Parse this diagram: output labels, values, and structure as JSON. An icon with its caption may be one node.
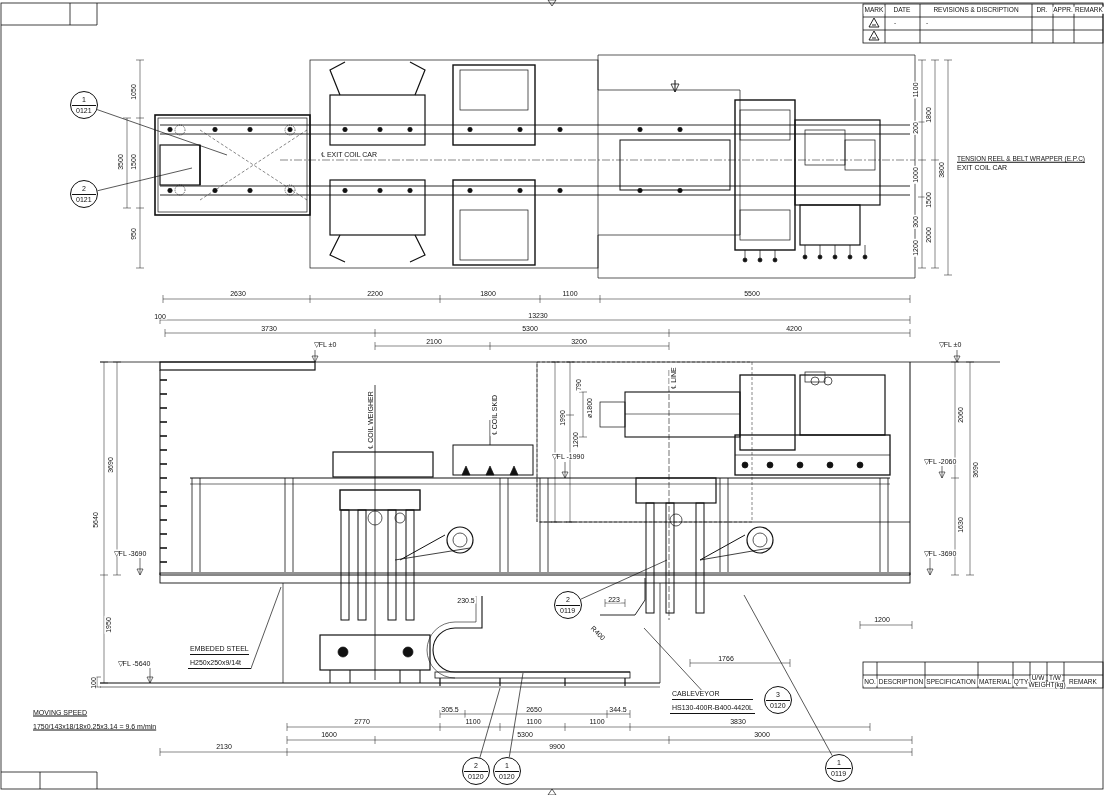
{
  "diagram": {
    "nodes": [
      {
        "text": [
          "1",
          "0121"
        ]
      },
      {
        "text": [
          "2",
          "0121"
        ]
      },
      {
        "text": [
          "2",
          "0119"
        ]
      },
      {
        "text": [
          "EMBEDED STEEL",
          "H250x250x9/14t"
        ]
      },
      {
        "text": [
          "CABLEVEYOR",
          "HS130-400R-B400-4420L"
        ]
      },
      {
        "text": [
          "3",
          "0120"
        ]
      },
      {
        "text": [
          "2",
          "0120"
        ]
      },
      {
        "text": [
          "1",
          "0120"
        ]
      },
      {
        "text": [
          "1",
          "0119"
        ]
      }
    ],
    "edges": [
      {
        "from": 0,
        "to": null,
        "arrow": "none"
      },
      {
        "from": 1,
        "to": null,
        "arrow": "none"
      },
      {
        "from": 2,
        "to": null,
        "arrow": "none"
      },
      {
        "from": 3,
        "to": null,
        "arrow": "none"
      },
      {
        "from": 4,
        "to": null,
        "arrow": "none"
      },
      {
        "from": 6,
        "to": null,
        "arrow": "none"
      },
      {
        "from": 7,
        "to": null,
        "arrow": "none"
      },
      {
        "from": 8,
        "to": null,
        "arrow": "none"
      }
    ],
    "labels": [
      "MARK",
      "DATE",
      "REVISIONS & DISCRIPTION",
      "DR.",
      "APPR.",
      "REMARK",
      "-",
      "-",
      "TENSION REEL & BELT WRAPPER (E.P.C)",
      "EXIT COIL CAR",
      "1050",
      "3500",
      "1500",
      "950",
      "℄ EXIT COIL CAR",
      "2630",
      "2200",
      "1800",
      "1100",
      "5500",
      "1100",
      "1800",
      "200",
      "1000",
      "1500",
      "3800",
      "300",
      "2000",
      "1200",
      "100",
      "13230",
      "3730",
      "5300",
      "4200",
      "2100",
      "3200",
      "▽FL ±0",
      "▽FL ±0",
      "℄ COIL WEIGHER",
      "℄ COIL SKID",
      "℄ LINE",
      "790",
      "1990",
      "ø1800",
      "1200",
      "▽FL -1990",
      "2060",
      "▽FL -2060",
      "3690",
      "1630",
      "▽FL -3690",
      "3690",
      "5640",
      "▽FL -3690",
      "1950",
      "▽FL -5640",
      "100",
      "230.5",
      "223",
      "R400",
      "1766",
      "1200",
      "305.5",
      "2650",
      "344.5",
      "2770",
      "1100",
      "1100",
      "1100",
      "3830",
      "1600",
      "5300",
      "3000",
      "2130",
      "9900",
      "MOVING SPEED",
      "1750/143x18/18x0.25x3.14 = 9.6 m/min",
      "NO.",
      "DESCRIPTION",
      "SPECIFICATION",
      "MATERIAL",
      "Q'TY",
      "U/W",
      "T/W",
      "WEIGHT(kg)",
      "REMARK"
    ]
  }
}
